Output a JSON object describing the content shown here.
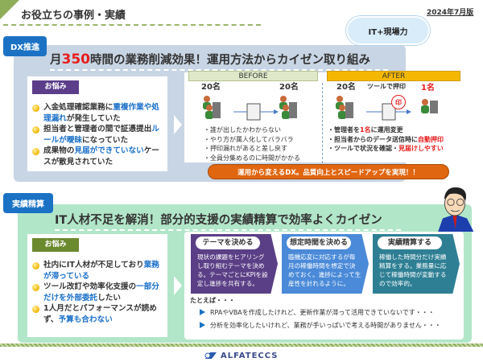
{
  "header": {
    "title": "お役立ちの事例・実績",
    "edition": "2024年7月版"
  },
  "dx": {
    "badge": "DX推進",
    "title_pre": "月",
    "title_num": "350",
    "title_post": "時間の業務削減効果！運用方法からカイゼン取り組み",
    "cloud": "IT+現場力",
    "worry_label": "お悩み",
    "worries": [
      [
        {
          "t": "入金処理確認業務に"
        },
        {
          "t": "重複作業や処理漏れ",
          "c": "blue"
        },
        {
          "t": "が発生していた"
        }
      ],
      [
        {
          "t": "担当者と管理者の間で証憑提出"
        },
        {
          "t": "ルールが曖昧",
          "c": "blue"
        },
        {
          "t": "になっていた"
        }
      ],
      [
        {
          "t": "成果物の"
        },
        {
          "t": "見届ができていない",
          "c": "blue"
        },
        {
          "t": "ケースが散見されていた"
        }
      ]
    ],
    "before": {
      "label": "BEFORE",
      "left_count": "20名",
      "right_count": "20名",
      "points": [
        "誰が出したかわからない",
        "やり方が属人化してバラバラ",
        "押印漏れがあると差し戻す",
        "全員分集めるのに時間がかかる"
      ]
    },
    "after": {
      "label": "AFTER",
      "left_count": "20名",
      "tool_label": "ツールで押印",
      "stamp": "印",
      "right_count": "1名",
      "points": [
        [
          {
            "t": "管理者を"
          },
          {
            "t": "1名",
            "c": "red"
          },
          {
            "t": "に運用変更"
          }
        ],
        [
          {
            "t": "担当者からのデータ送信時に"
          },
          {
            "t": "自動押印",
            "c": "red"
          }
        ],
        [
          {
            "t": "ツールで状況を確認・"
          },
          {
            "t": "見届けしやすい",
            "c": "red"
          }
        ]
      ]
    },
    "banner": "運用から変えるDX。品質向上とスピードアップを実現！！"
  },
  "results": {
    "badge": "実績精算",
    "title": "IT人材不足を解消！部分的支援の実績精算で効率よくカイゼン",
    "worry_label": "お悩み",
    "worries": [
      [
        {
          "t": "社内にIT人材が不足しており"
        },
        {
          "t": "業務が滞っている",
          "c": "blue"
        }
      ],
      [
        {
          "t": "ツール改訂や効率化支援の"
        },
        {
          "t": "一部分だけを外部委託",
          "c": "blue"
        },
        {
          "t": "したい"
        }
      ],
      [
        {
          "t": "1人月だとパフォーマンスが読めず、"
        },
        {
          "t": "予算も合わない",
          "c": "blue"
        }
      ]
    ],
    "steps": [
      {
        "title": "テーマを決める",
        "body": "現状の課題をヒアリングし取り組むテーマを決める。テーマごとにKPIを設定し進捗を共有する。",
        "color": "#5b3f86"
      },
      {
        "title": "想定時間を決める",
        "body": "臨機応変に対応するが毎月の稼働時間を想定で決めておく。進捗によって生産性を計れるように。",
        "color": "#4a8ad8"
      },
      {
        "title": "実績精算する",
        "body": "稼働した時間分だけ実績精算をする。業務量に応じて稼働時間が変動するので効率的。",
        "color": "#2e7f94"
      }
    ],
    "examples_label": "たとえば・・・",
    "examples": [
      "RPAやVBAを作成したけれど、更新作業が滞って活用できていないです・・・",
      "分析を効率化したいけれど、業務が手いっぱいで考える時間がありません・・・"
    ]
  },
  "footer": {
    "logo": "ALFATECCS"
  }
}
